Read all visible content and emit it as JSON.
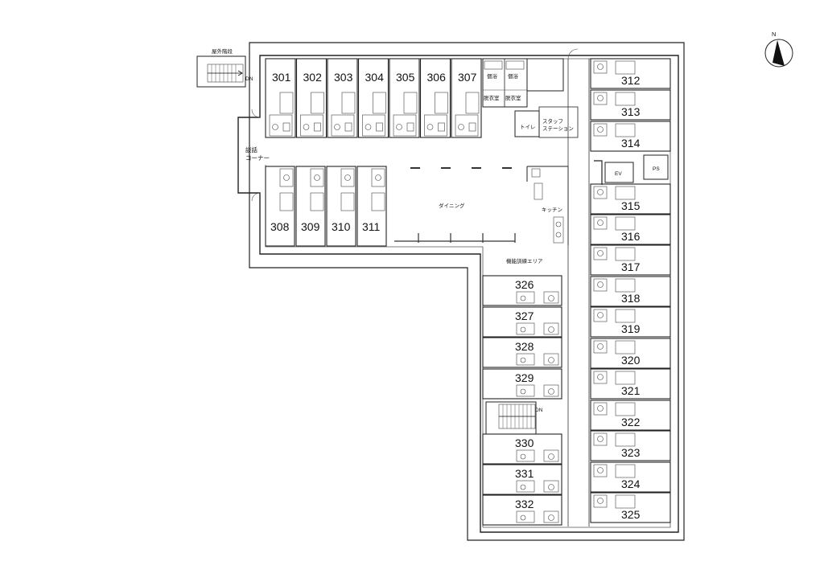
{
  "compass": {
    "label": "N",
    "icon": "north-arrow-icon"
  },
  "stairs": {
    "outdoor_label": "屋外階段",
    "down_label": "DN",
    "inner_down_label": "DN"
  },
  "areas": {
    "chat_corner_1": "談話",
    "chat_corner_2": "コーナー",
    "dining": "ダイニング",
    "kitchen": "キッチン",
    "training": "機能訓練エリア",
    "bath_1": "個浴",
    "bath_2": "個浴",
    "changing_1": "脱衣室",
    "changing_2": "脱衣室",
    "toilet": "トイレ",
    "staff_1": "スタッフ",
    "staff_2": "ステーション",
    "ev": "EV",
    "ps": "PS"
  },
  "rooms": {
    "north_row": [
      "301",
      "302",
      "303",
      "304",
      "305",
      "306",
      "307"
    ],
    "south_row": [
      "308",
      "309",
      "310",
      "311"
    ],
    "east_column": [
      "312",
      "313",
      "314",
      "315",
      "316",
      "317",
      "318",
      "319",
      "320",
      "321",
      "322",
      "323",
      "324",
      "325"
    ],
    "south_wing": [
      "326",
      "327",
      "328",
      "329",
      "330",
      "331",
      "332"
    ]
  }
}
